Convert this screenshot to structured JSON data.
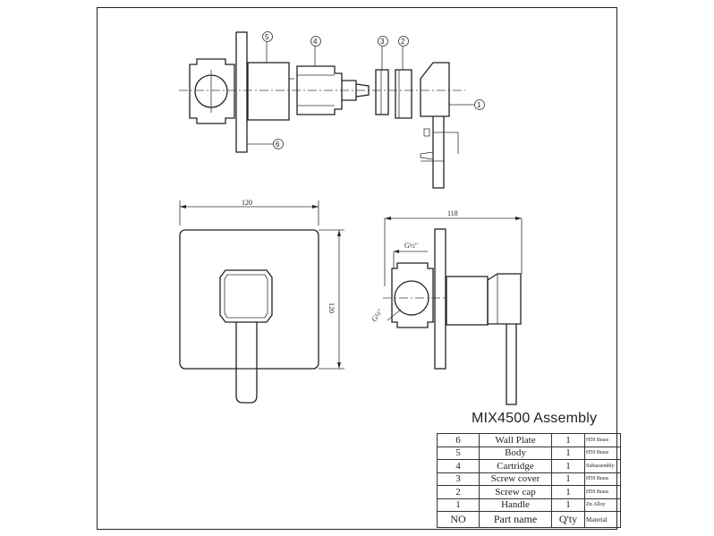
{
  "assembly": {
    "title": "MIX4500 Assembly"
  },
  "bom": {
    "rows": [
      {
        "no": "6",
        "part": "Wall Plate",
        "qty": "1",
        "material": "H59 Brass"
      },
      {
        "no": "5",
        "part": "Body",
        "qty": "1",
        "material": "H59 Brass"
      },
      {
        "no": "4",
        "part": "Cartridge",
        "qty": "1",
        "material": "Subassembly"
      },
      {
        "no": "3",
        "part": "Screw cover",
        "qty": "1",
        "material": "H59 Brass"
      },
      {
        "no": "2",
        "part": "Screw cap",
        "qty": "1",
        "material": "H59 Brass"
      },
      {
        "no": "1",
        "part": "Handle",
        "qty": "1",
        "material": "Zn Alloy"
      }
    ],
    "header": {
      "no": "NO",
      "part": "Part name",
      "qty": "Q'ty",
      "material": "Material"
    }
  },
  "callouts": [
    "5",
    "4",
    "3",
    "2",
    "1",
    "6"
  ],
  "dimensions": {
    "front_width": "120",
    "front_height": "120",
    "side_depth": "118",
    "thread_top": "G½\"",
    "thread_side": "G½\""
  }
}
